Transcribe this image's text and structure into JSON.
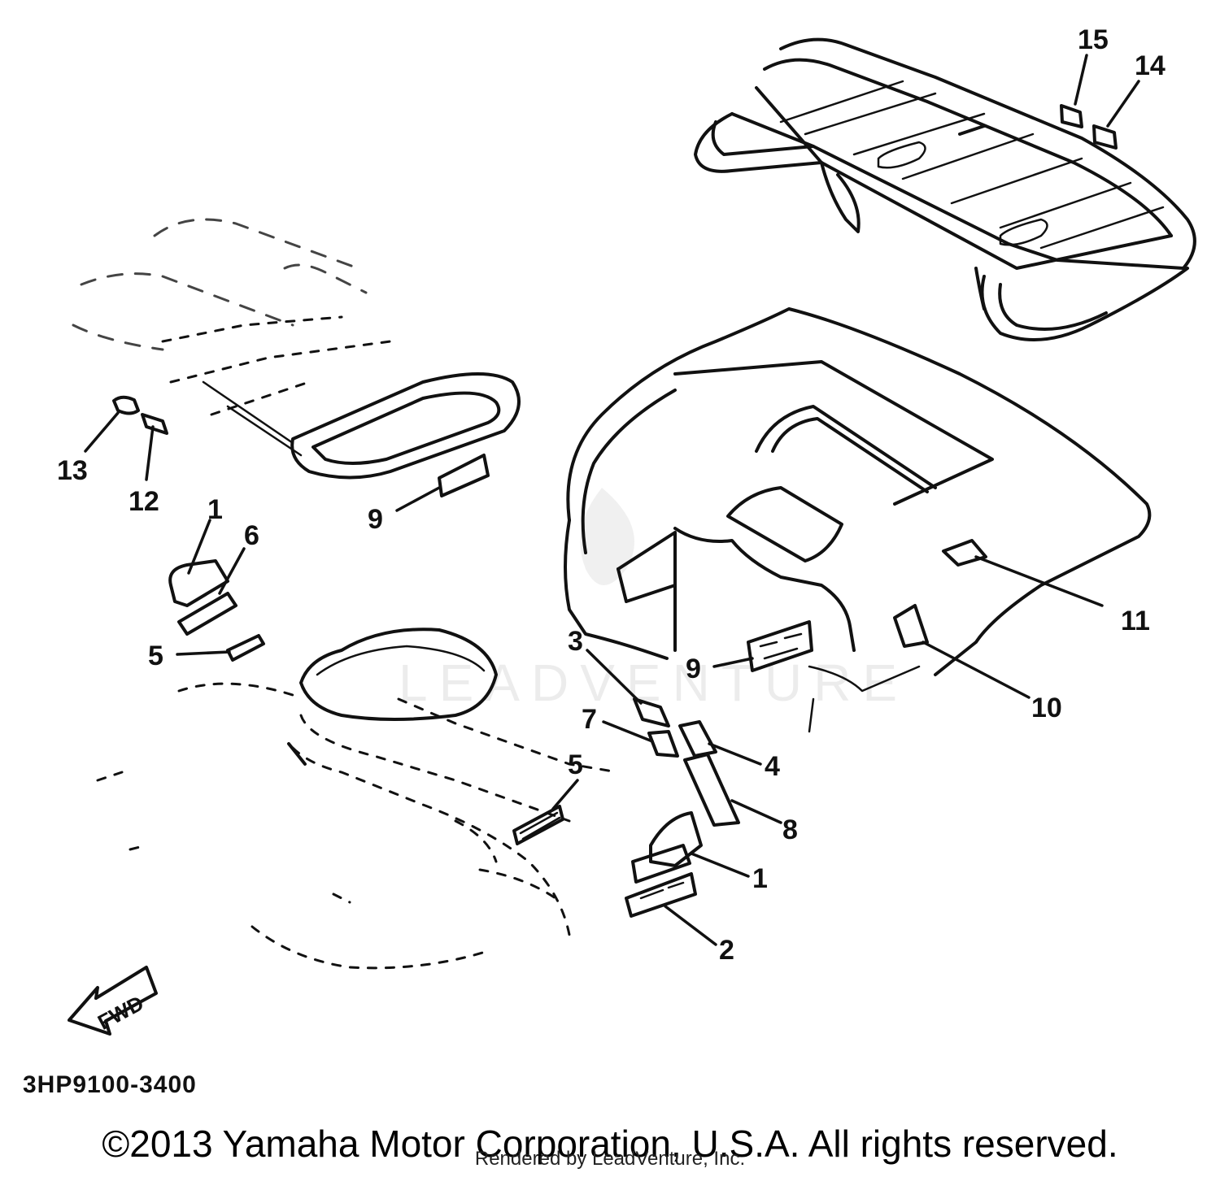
{
  "callouts": [
    {
      "id": "c15",
      "text": "15"
    },
    {
      "id": "c14",
      "text": "14"
    },
    {
      "id": "c13",
      "text": "13"
    },
    {
      "id": "c12",
      "text": "12"
    },
    {
      "id": "c9a",
      "text": "9"
    },
    {
      "id": "c1a",
      "text": "1"
    },
    {
      "id": "c6",
      "text": "6"
    },
    {
      "id": "c5a",
      "text": "5"
    },
    {
      "id": "c3",
      "text": "3"
    },
    {
      "id": "c9b",
      "text": "9"
    },
    {
      "id": "c11",
      "text": "11"
    },
    {
      "id": "c10",
      "text": "10"
    },
    {
      "id": "c7",
      "text": "7"
    },
    {
      "id": "c4",
      "text": "4"
    },
    {
      "id": "c5b",
      "text": "5"
    },
    {
      "id": "c8",
      "text": "8"
    },
    {
      "id": "c1b",
      "text": "1"
    },
    {
      "id": "c2",
      "text": "2"
    }
  ],
  "fwd_arrow_label": "FWD",
  "watermark": "LEADVENTURE",
  "part_code": "3HP9100-3400",
  "copyright": "©2013 Yamaha Motor Corporation, U.S.A. All rights reserved.",
  "rendered_by": "Rendered by LeadVenture, Inc."
}
